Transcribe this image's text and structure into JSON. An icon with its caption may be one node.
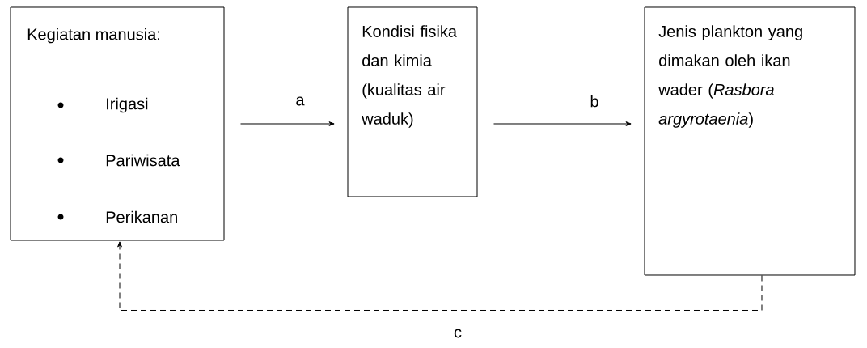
{
  "diagram": {
    "nodes": [
      {
        "text": [
          "Kegiatan manusia:",
          "Irigasi",
          "Pariwisata",
          "Perikanan"
        ]
      },
      {
        "text": [
          "Kondisi fisika dan kimia (kualitas air waduk)"
        ]
      },
      {
        "text": [
          "Jenis plankton yang dimakan oleh ikan wader (*Rasbora argyrotaenia*)"
        ]
      }
    ],
    "edges": [
      {
        "from": 0,
        "to": 1,
        "arrow": "to",
        "label": "a"
      },
      {
        "from": 1,
        "to": 2,
        "arrow": "to",
        "label": "b"
      },
      {
        "from": 2,
        "to": 0,
        "arrow": "to",
        "label": "c",
        "style": "dashed"
      }
    ]
  }
}
